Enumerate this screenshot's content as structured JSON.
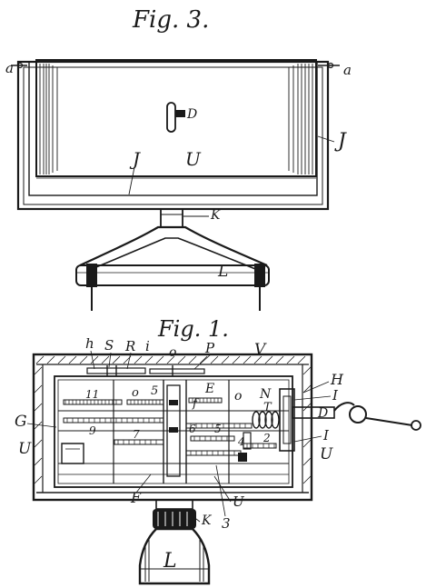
{
  "figures": {
    "fig3": {
      "caption": "Fig. 3."
    },
    "fig1": {
      "caption": "Fig. 1."
    }
  },
  "fig3_labels": {
    "a_left": "a",
    "a_right": "a",
    "D": "D",
    "J_center": "J",
    "U": "U",
    "J_right": "J",
    "K": "K",
    "L": "L"
  },
  "fig1_labels": {
    "h": "h",
    "S": "S",
    "R": "R",
    "i": "i",
    "o_top": "o",
    "P": "P",
    "V": "V",
    "H": "H",
    "n11": "11",
    "o_mid": "o",
    "n5": "5",
    "E": "E",
    "o_right": "o",
    "N": "N",
    "T": "T",
    "I_upper": "I",
    "D": "D",
    "G": "G",
    "n9": "9",
    "f": "f",
    "n6": "6",
    "n5b": "5",
    "n4": "4",
    "n2": "2",
    "I_lower": "I",
    "U_left": "U",
    "n7": "7",
    "U_right": "U",
    "F": "F",
    "U_bottom": "U",
    "K": "K",
    "n3": "3",
    "L": "L"
  }
}
